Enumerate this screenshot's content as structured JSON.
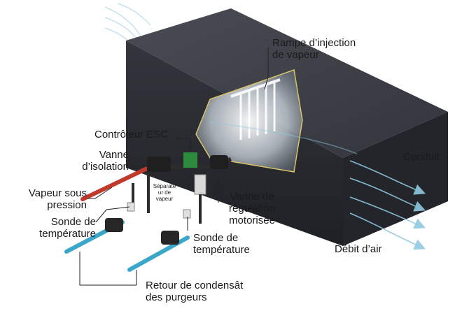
{
  "labels": {
    "injection_rail": [
      "Rampe d’injection",
      "de vapeur"
    ],
    "duct": "Conduit",
    "controller": "Contrôleur ESC",
    "isolation_valve": [
      "Vanne",
      "d’isolation"
    ],
    "pressurized_steam": [
      "Vapeur sous",
      "pression"
    ],
    "temp_probe_left": [
      "Sonde de",
      "température"
    ],
    "separator": [
      "Séparate",
      "ur de",
      "vapeur"
    ],
    "motorized_valve": [
      "Vanne de",
      "régulation",
      "motorisée"
    ],
    "temp_probe_right": [
      "Sonde de",
      "température"
    ],
    "airflow": "Débit d’air",
    "condensate_return": [
      "Retour de condensât",
      "des purgeurs"
    ]
  },
  "colors": {
    "duct_top": "#3e4048",
    "duct_front": "#2a2c32",
    "duct_side": "#22242a",
    "window": "#cfd6dd",
    "steam_pipe": "#c0392b",
    "condensate_pipe": "#3aa6c9",
    "airflow": "#8fc9e0",
    "leader_line": "#222222"
  }
}
